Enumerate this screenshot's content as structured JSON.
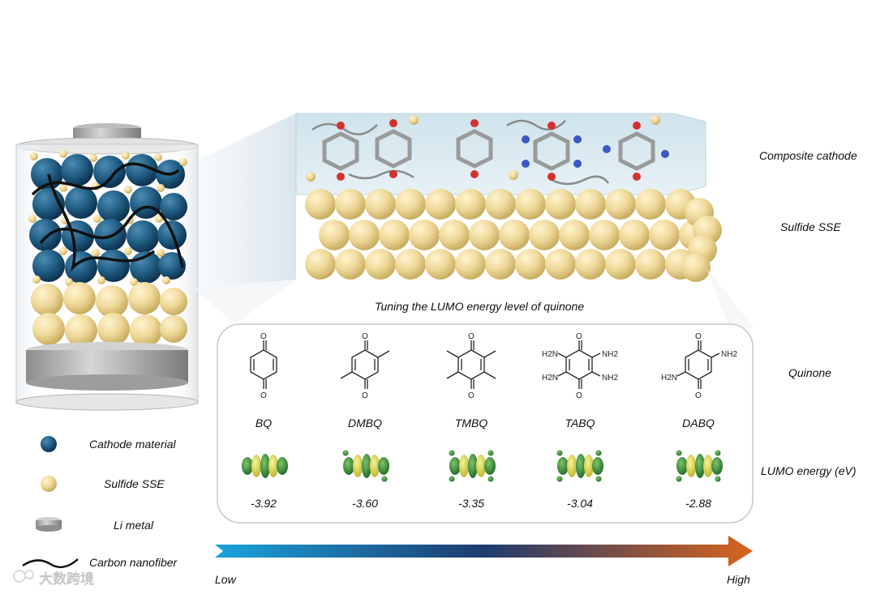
{
  "battery_legend": [
    {
      "label": "Cathode material",
      "icon": "cathode-particle-icon",
      "color": "#1e5a80"
    },
    {
      "label": "Sulfide SSE",
      "icon": "sse-particle-icon",
      "color": "#efd99a"
    },
    {
      "label": "Li metal",
      "icon": "li-metal-icon",
      "color": "#a9a9a9"
    },
    {
      "label": "Carbon nanofiber",
      "icon": "carbon-fiber-icon",
      "color": "#111111"
    }
  ],
  "layers": {
    "composite_cathode": "Composite cathode",
    "sulfide_sse": "Sulfide SSE"
  },
  "panel_title": "Tuning the LUMO energy level of quinone",
  "row_labels": {
    "quinone": "Quinone",
    "lumo": "LUMO energy (eV)"
  },
  "quinones": [
    {
      "name": "BQ",
      "lumo": "-3.92"
    },
    {
      "name": "DMBQ",
      "lumo": "-3.60"
    },
    {
      "name": "TMBQ",
      "lumo": "-3.35"
    },
    {
      "name": "TABQ",
      "lumo": "-3.04"
    },
    {
      "name": "DABQ",
      "lumo": "-2.88"
    }
  ],
  "atom_labels": {
    "oxygen": "O",
    "amine": "NH2",
    "amine_left": "H2N"
  },
  "arrow": {
    "low": "Low",
    "high": "High",
    "color_start": "#1aa3dc",
    "color_mid": "#1e3b6e",
    "color_end": "#d9641d"
  },
  "watermark": "大数跨境"
}
